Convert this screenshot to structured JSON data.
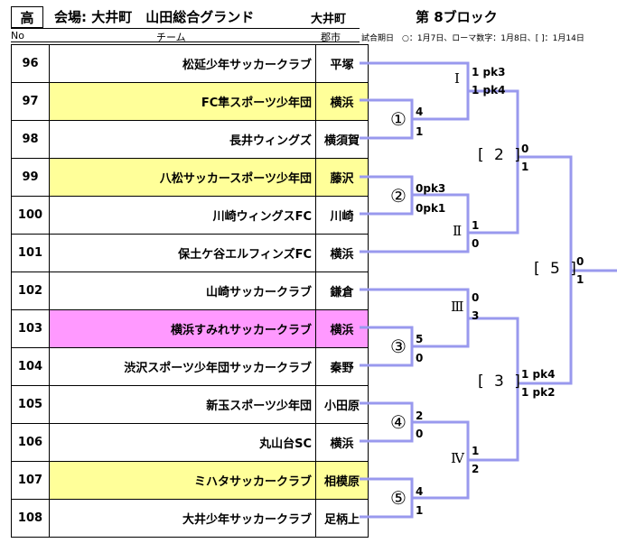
{
  "header": {
    "badge": "高",
    "venue": "会場: 大井町　山田総合グランド",
    "venue_short": "大井町",
    "block": "第 8ブロック",
    "legend": "試合期日　○：1月7日、ローマ数字：1月8日、[ ]：1月14日"
  },
  "columns": {
    "no": "No",
    "team": "チーム",
    "city": "郡市"
  },
  "teams": [
    {
      "no": "96",
      "team": "松延少年サッカークラブ",
      "city": "平塚",
      "highlight": ""
    },
    {
      "no": "97",
      "team": "FC隼スポーツ少年団",
      "city": "横浜",
      "highlight": "yellow"
    },
    {
      "no": "98",
      "team": "長井ウィングズ",
      "city": "横須賀",
      "highlight": ""
    },
    {
      "no": "99",
      "team": "八松サッカースポーツ少年団",
      "city": "藤沢",
      "highlight": "yellow"
    },
    {
      "no": "100",
      "team": "川崎ウィングスFC",
      "city": "川崎",
      "highlight": ""
    },
    {
      "no": "101",
      "team": "保土ケ谷エルフィンズFC",
      "city": "横浜",
      "highlight": ""
    },
    {
      "no": "102",
      "team": "山崎サッカークラブ",
      "city": "鎌倉",
      "highlight": ""
    },
    {
      "no": "103",
      "team": "横浜すみれサッカークラブ",
      "city": "横浜",
      "highlight": "pink"
    },
    {
      "no": "104",
      "team": "渋沢スポーツ少年団サッカークラブ",
      "city": "秦野",
      "highlight": ""
    },
    {
      "no": "105",
      "team": "新玉スポーツ少年団",
      "city": "小田原",
      "highlight": ""
    },
    {
      "no": "106",
      "team": "丸山台SC",
      "city": "横浜",
      "highlight": ""
    },
    {
      "no": "107",
      "team": "ミハタサッカークラブ",
      "city": "相模原",
      "highlight": "yellow"
    },
    {
      "no": "108",
      "team": "大井少年サッカークラブ",
      "city": "足柄上",
      "highlight": ""
    }
  ],
  "matches": {
    "m1": {
      "label": "①",
      "top": "4",
      "bottom": "1"
    },
    "m2": {
      "label": "②",
      "top": "0pk3",
      "bottom": "0pk1"
    },
    "m3": {
      "label": "③",
      "top": "5",
      "bottom": "0"
    },
    "m4": {
      "label": "④",
      "top": "2",
      "bottom": "0"
    },
    "m5": {
      "label": "⑤",
      "top": "4",
      "bottom": "1"
    },
    "r1": {
      "label": "Ⅰ",
      "top": "1 pk3",
      "bottom": "1 pk4"
    },
    "r2": {
      "label": "Ⅱ",
      "top": "1",
      "bottom": "0"
    },
    "r3": {
      "label": "Ⅲ",
      "top": "0",
      "bottom": "3"
    },
    "r4": {
      "label": "Ⅳ",
      "top": "1",
      "bottom": "2"
    },
    "s2": {
      "label": "[ 2 ]",
      "top": "0",
      "bottom": "1"
    },
    "s3": {
      "label": "[ 3 ]",
      "top": "1 pk4",
      "bottom": "1 pk2"
    },
    "s5": {
      "label": "[ 5 ]",
      "top": "0",
      "bottom": "1"
    }
  },
  "colors": {
    "bracket": "#9999ee",
    "yellow": "#ffff99",
    "pink": "#ff99ff"
  }
}
